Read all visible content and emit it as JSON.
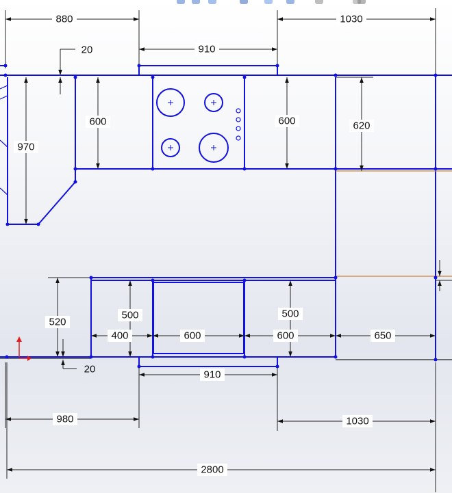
{
  "colors": {
    "sketch": "#1010e0",
    "dimension": "#222222",
    "edge_orange": "#c8823a",
    "axis_x": "#e02020",
    "axis_y": "#e02020"
  },
  "toolbar": {
    "icons": [
      "zoom-fit-icon",
      "zoom-area-icon",
      "previous-view-icon",
      "section-view-icon",
      "view-orientation-icon",
      "display-style-icon",
      "hide-show-icon",
      "edit-appearance-icon",
      "apply-scene-icon"
    ]
  },
  "dimensions": {
    "top_left_width": "880",
    "top_right_width": "1030",
    "top_gap": "20",
    "top_hob_width": "910",
    "left_height": "970",
    "upper_depth_left": "600",
    "upper_depth_right": "600",
    "upper_depth_620": "620",
    "lower_height_520": "520",
    "lower_500_left": "500",
    "lower_500_right": "500",
    "lower_400": "400",
    "lower_600_oven": "600",
    "lower_600_right": "600",
    "lower_650": "650",
    "bottom_gap": "20",
    "bottom_910": "910",
    "bottom_980": "980",
    "bottom_1030": "1030",
    "overall_2800": "2800"
  }
}
